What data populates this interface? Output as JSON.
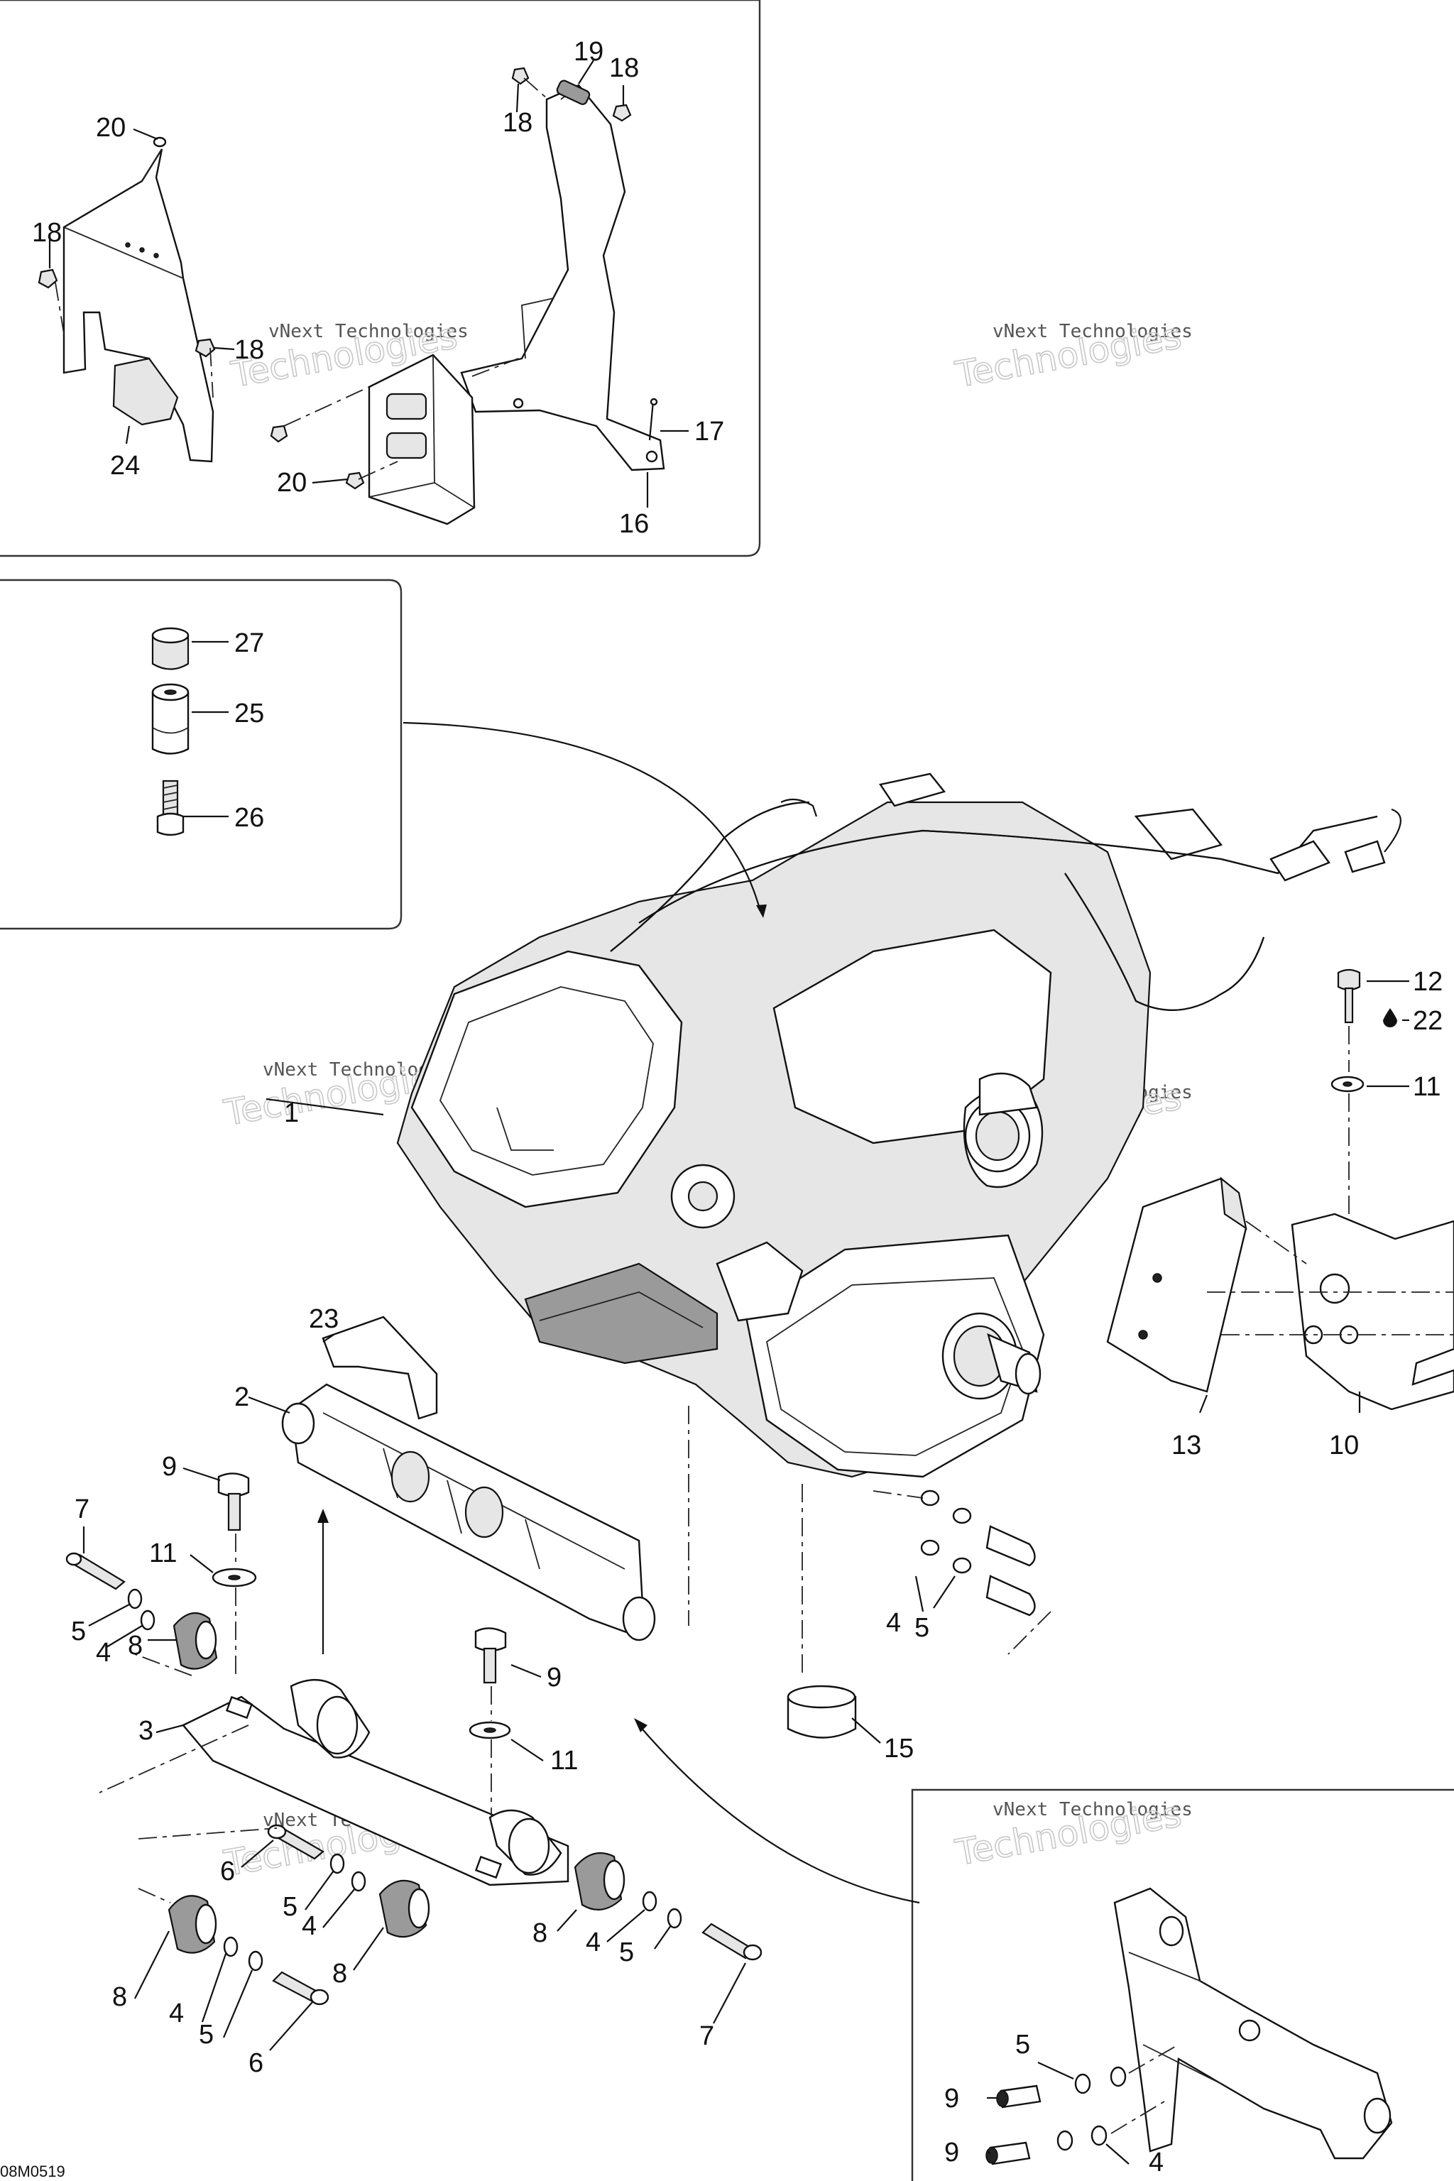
{
  "diagram_code": "08M0519",
  "watermark": {
    "line1": "vNext Technologies",
    "line2": "Technologies"
  },
  "callouts": {
    "c1": "1",
    "c2": "2",
    "c3": "3",
    "c4a": "4",
    "c4b": "4",
    "c4c": "4",
    "c4d": "4",
    "c4e": "4",
    "c4f": "4",
    "c5a": "5",
    "c5b": "5",
    "c5c": "5",
    "c5d": "5",
    "c5e": "5",
    "c5f": "5",
    "c6a": "6",
    "c6b": "6",
    "c7a": "7",
    "c7b": "7",
    "c8a": "8",
    "c8b": "8",
    "c8c": "8",
    "c8d": "8",
    "c9a": "9",
    "c9b": "9",
    "c9c": "9",
    "c9d": "9",
    "c10": "10",
    "c11a": "11",
    "c11b": "11",
    "c11c": "11",
    "c12": "12",
    "c13": "13",
    "c15": "15",
    "c16": "16",
    "c17": "17",
    "c18a": "18",
    "c18b": "18",
    "c18c": "18",
    "c18d": "18",
    "c19": "19",
    "c20a": "20",
    "c20b": "20",
    "c22": "22",
    "c23": "23",
    "c24": "24",
    "c25": "25",
    "c26": "26",
    "c27": "27"
  }
}
